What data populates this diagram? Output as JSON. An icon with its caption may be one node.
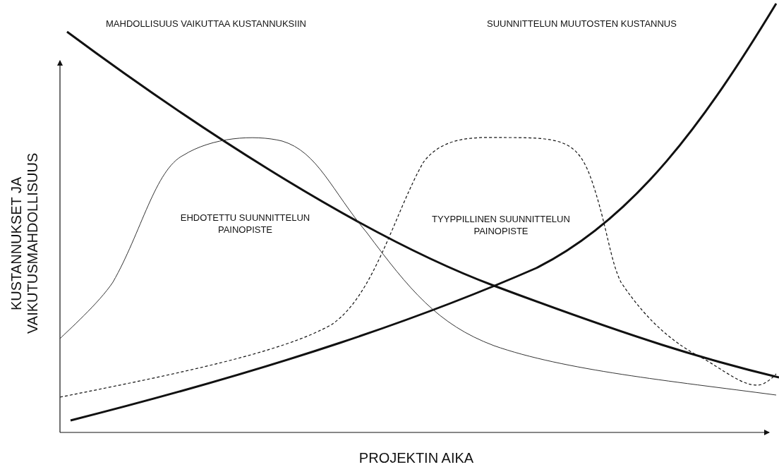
{
  "diagram": {
    "labels": [
      "MAHDOLLISUUS VAIKUTTAA KUSTANNUKSIIN",
      "SUUNNITTELUN MUUTOSTEN KUSTANNUS",
      "KUSTANNUKSET JA VAIKUTUSMAHDOLLISUUS",
      "EHDOTETTU SUUNNITTELUN PAINOPISTE",
      "TYYPPILLINEN SUUNNITTELUN PAINOPISTE",
      "PROJEKTIN AIKA"
    ]
  }
}
